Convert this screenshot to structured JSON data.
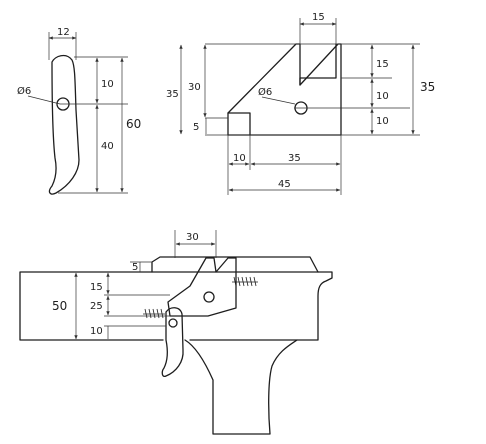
{
  "part_left": {
    "width": "12",
    "hole": "Ø6",
    "upper": "10",
    "lower": "40",
    "height": "60"
  },
  "part_right": {
    "top_width": "15",
    "left_height": "35",
    "inner_height": "30",
    "hole": "Ø6",
    "step": "5",
    "slot_depth": "15",
    "hole_height": "10",
    "hole_base": "10",
    "right_height": "35",
    "left_offset": "10",
    "hole_offset": "35",
    "total_width": "45"
  },
  "assembly": {
    "top_width": "30",
    "top_offset": "5",
    "total_height": "50",
    "upper": "15",
    "middle": "25",
    "lower": "10"
  }
}
